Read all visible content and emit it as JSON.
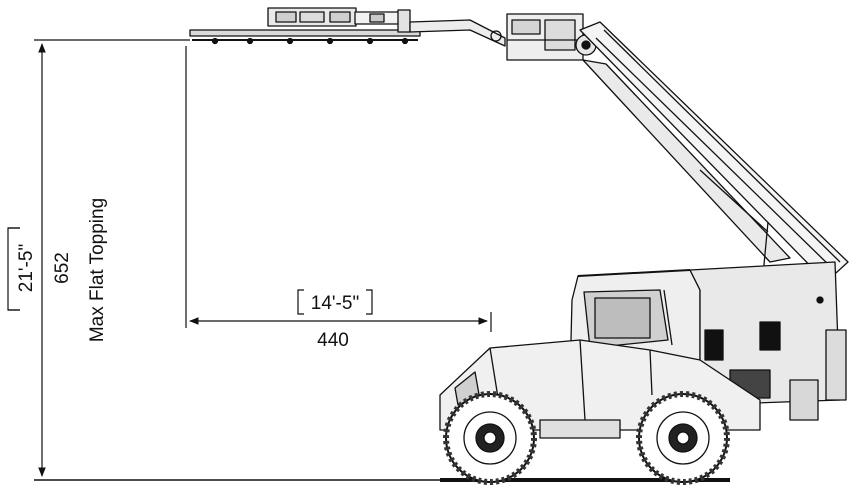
{
  "vertical_dimension": {
    "imperial": "21'-5\"",
    "metric": "652",
    "caption": "Max Flat Topping"
  },
  "horizontal_dimension": {
    "imperial": "14'-5\"",
    "metric": "440"
  }
}
